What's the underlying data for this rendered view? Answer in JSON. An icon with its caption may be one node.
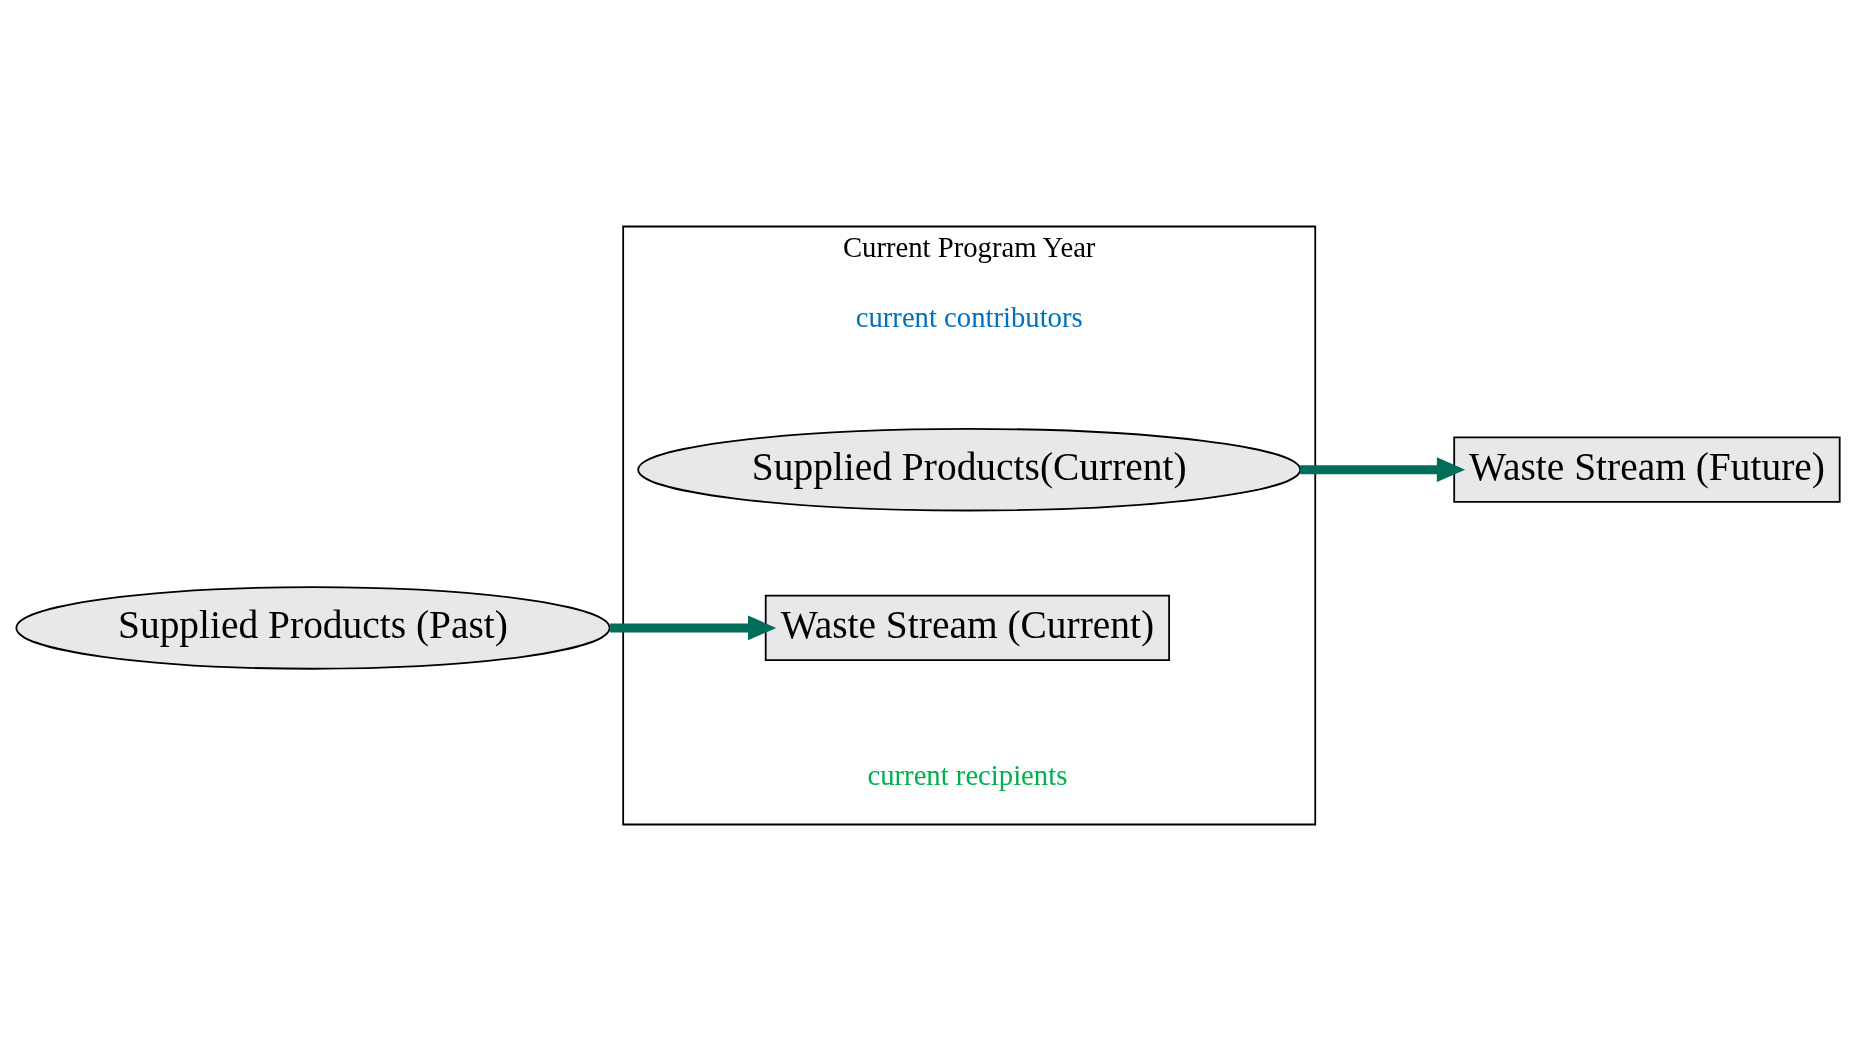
{
  "diagram": {
    "nodes": [
      {
        "text": [
          "Current Program Year"
        ]
      },
      {
        "text": [
          "Supplied Products(Current)"
        ],
        "in": 0,
        "beside": [
          "current contributors"
        ]
      },
      {
        "text": [
          "Waste Stream (Current)"
        ],
        "in": 0,
        "beside": [
          "current recipients"
        ]
      },
      {
        "text": [
          "Supplied Products (Past)"
        ]
      },
      {
        "text": [
          "Waste Stream (Future)"
        ]
      }
    ],
    "edges": [
      {
        "from": 3,
        "to": 2,
        "arrow": "to"
      },
      {
        "from": 1,
        "to": 4,
        "arrow": "to"
      }
    ]
  }
}
